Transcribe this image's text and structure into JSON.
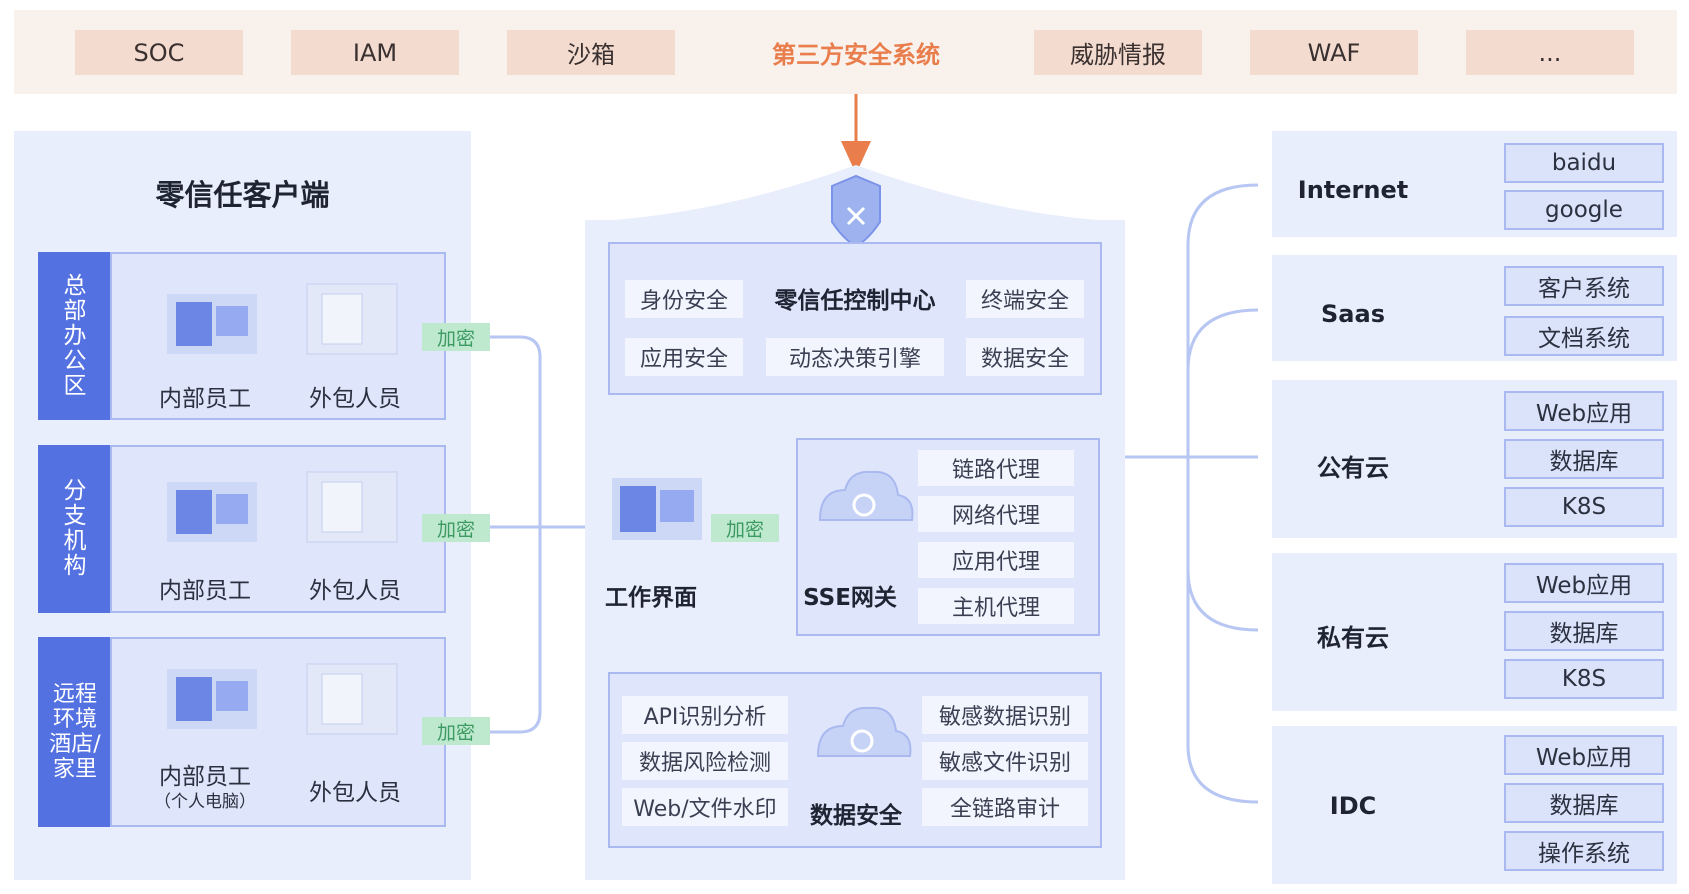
{
  "third_party_systems": [
    "SOC",
    "IAM",
    "沙箱",
    "第三方安全系统",
    "威胁情报",
    "WAF",
    "..."
  ],
  "client": {
    "title": "零信任客户端",
    "groups": [
      {
        "label": "总部办公区",
        "members": [
          "内部员工",
          "外包人员"
        ],
        "note": ""
      },
      {
        "label": "分支机构",
        "members": [
          "内部员工",
          "外包人员"
        ],
        "note": ""
      },
      {
        "label": "远程环境 酒店/家里",
        "members": [
          "内部员工",
          "外包人员"
        ],
        "note": "（个人电脑）"
      }
    ],
    "encrypt_label": "加密"
  },
  "control_center": {
    "title": "零信任控制中心",
    "items": [
      "身份安全",
      "终端安全",
      "应用安全",
      "动态决策引擎",
      "数据安全"
    ]
  },
  "workspace": {
    "label": "工作界面"
  },
  "gateway": {
    "label": "SSE网关",
    "proxies": [
      "链路代理",
      "网络代理",
      "应用代理",
      "主机代理"
    ]
  },
  "data_security": {
    "title": "数据安全",
    "left": [
      "API识别分析",
      "数据风险检测",
      "Web/文件水印"
    ],
    "right": [
      "敏感数据识别",
      "敏感文件识别",
      "全链路审计"
    ]
  },
  "resources": [
    {
      "label": "Internet",
      "items": [
        "baidu",
        "google"
      ]
    },
    {
      "label": "Saas",
      "items": [
        "客户系统",
        "文档系统"
      ]
    },
    {
      "label": "公有云",
      "items": [
        "Web应用",
        "数据库",
        "K8S"
      ]
    },
    {
      "label": "私有云",
      "items": [
        "Web应用",
        "数据库",
        "K8S"
      ]
    },
    {
      "label": "IDC",
      "items": [
        "Web应用",
        "数据库",
        "操作系统"
      ]
    }
  ],
  "colors": {
    "accent_orange": "#e97d4c",
    "blue": "#5371e0",
    "green": "#3d9a62",
    "line": "#b7c6f2"
  }
}
